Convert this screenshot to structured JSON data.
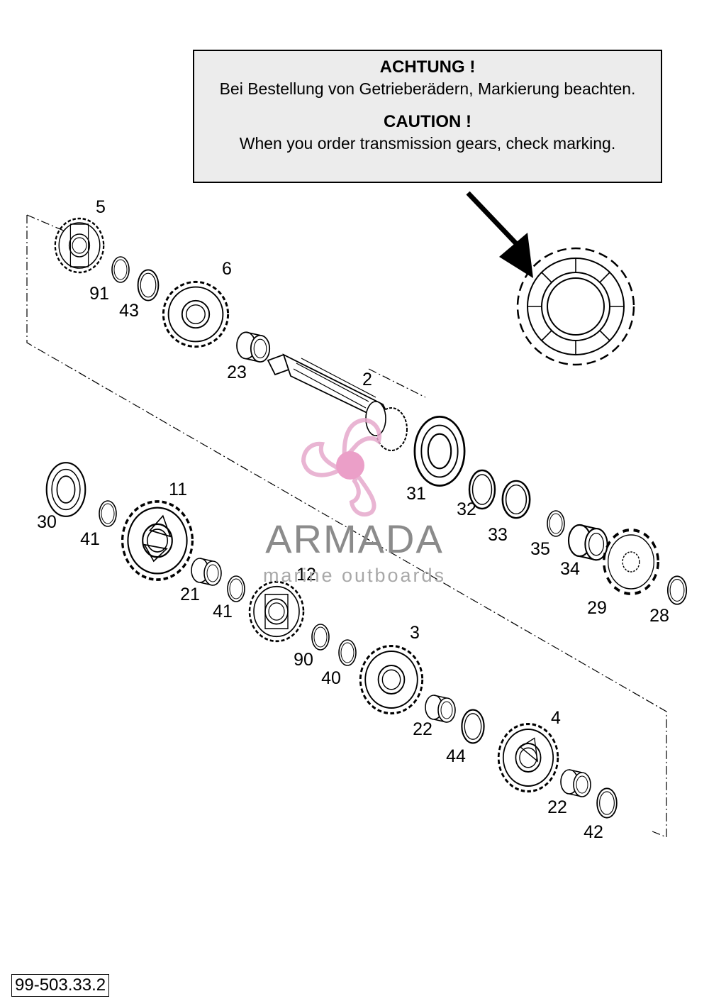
{
  "caution": {
    "de_title": "ACHTUNG !",
    "de_text": "Bei Bestellung von Getrieberädern, Markierung beachten.",
    "en_title": "CAUTION !",
    "en_text": "When you order transmission gears, check marking."
  },
  "diagram_ref": "99-503.33.2",
  "watermark": {
    "brand": "ARMADA",
    "sub": "marine outboards"
  },
  "parts": [
    {
      "id": "p5",
      "label": "5"
    },
    {
      "id": "p91",
      "label": "91"
    },
    {
      "id": "p43",
      "label": "43"
    },
    {
      "id": "p6",
      "label": "6"
    },
    {
      "id": "p23",
      "label": "23"
    },
    {
      "id": "p2",
      "label": "2"
    },
    {
      "id": "p31",
      "label": "31"
    },
    {
      "id": "p32",
      "label": "32"
    },
    {
      "id": "p33",
      "label": "33"
    },
    {
      "id": "p35",
      "label": "35"
    },
    {
      "id": "p34",
      "label": "34"
    },
    {
      "id": "p29",
      "label": "29"
    },
    {
      "id": "p28",
      "label": "28"
    },
    {
      "id": "p30",
      "label": "30"
    },
    {
      "id": "p41a",
      "label": "41"
    },
    {
      "id": "p11",
      "label": "11"
    },
    {
      "id": "p21",
      "label": "21"
    },
    {
      "id": "p41b",
      "label": "41"
    },
    {
      "id": "p12",
      "label": "12"
    },
    {
      "id": "p90",
      "label": "90"
    },
    {
      "id": "p40",
      "label": "40"
    },
    {
      "id": "p3",
      "label": "3"
    },
    {
      "id": "p22a",
      "label": "22"
    },
    {
      "id": "p44",
      "label": "44"
    },
    {
      "id": "p4",
      "label": "4"
    },
    {
      "id": "p22b",
      "label": "22"
    },
    {
      "id": "p42",
      "label": "42"
    }
  ],
  "colors": {
    "line": "#000000",
    "box_fill": "#ececec",
    "watermark_pink": "#e6a9cc",
    "watermark_dot": "#e88fbf",
    "watermark_text": "#8b8b8b"
  }
}
